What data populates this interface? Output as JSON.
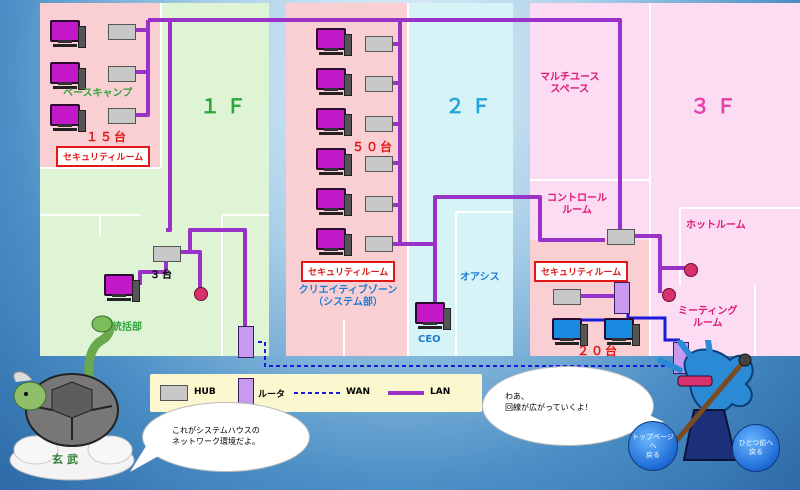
{
  "floors": {
    "f1": {
      "label": "１Ｆ",
      "room_base_camp": "ベースキャンプ",
      "count_15": "１５台",
      "security_room": "セキュリティルーム",
      "count_3": "３台",
      "room_admin": "統括部"
    },
    "f2": {
      "label": "２Ｆ",
      "count_50": "５０台",
      "security_room": "セキュリティルーム",
      "room_creative_line1": "クリエイティブゾーン",
      "room_creative_line2": "（システム部）",
      "room_oasis": "オアシス",
      "room_ceo": "CEO"
    },
    "f3": {
      "label": "３Ｆ",
      "room_multi_line1": "マルチユース",
      "room_multi_line2": "スペース",
      "room_control_line1": "コントロール",
      "room_control_line2": "ルーム",
      "room_hot": "ホットルーム",
      "security_room": "セキュリティルーム",
      "room_meeting_line1": "ミーティング",
      "room_meeting_line2": "ルーム",
      "count_20": "２０台"
    }
  },
  "legend": {
    "hub": "HUB",
    "router": "ルータ",
    "wan": "WAN",
    "lan": "LAN"
  },
  "bubbles": {
    "left_line1": "これがシステムハウスの",
    "left_line2": "ネットワーク環境だよ。",
    "right_line1": "わあ、",
    "right_line2": "回線が広がっていくよ！"
  },
  "character": {
    "name": "玄武"
  },
  "nav": {
    "top_line1": "トップページ",
    "top_line2": "へ",
    "top_line3": "戻る",
    "back_line1": "ひとつ前へ",
    "back_line2": "戻る"
  },
  "colors": {
    "lan": "#9b32c8",
    "wan": "#1a1ad8",
    "floor1": "#dff3d5",
    "floor2": "#d6f3f8",
    "floor3": "#fbdcf3",
    "security_zone": "#f9cfd4",
    "floor1_label": "#2ea63a",
    "floor2_label": "#22a7d6",
    "floor3_label": "#e83ea8"
  },
  "icons": {
    "pc": "monitor-icon",
    "hub": "hub-icon",
    "router": "router-icon",
    "node": "lan-node-icon"
  }
}
